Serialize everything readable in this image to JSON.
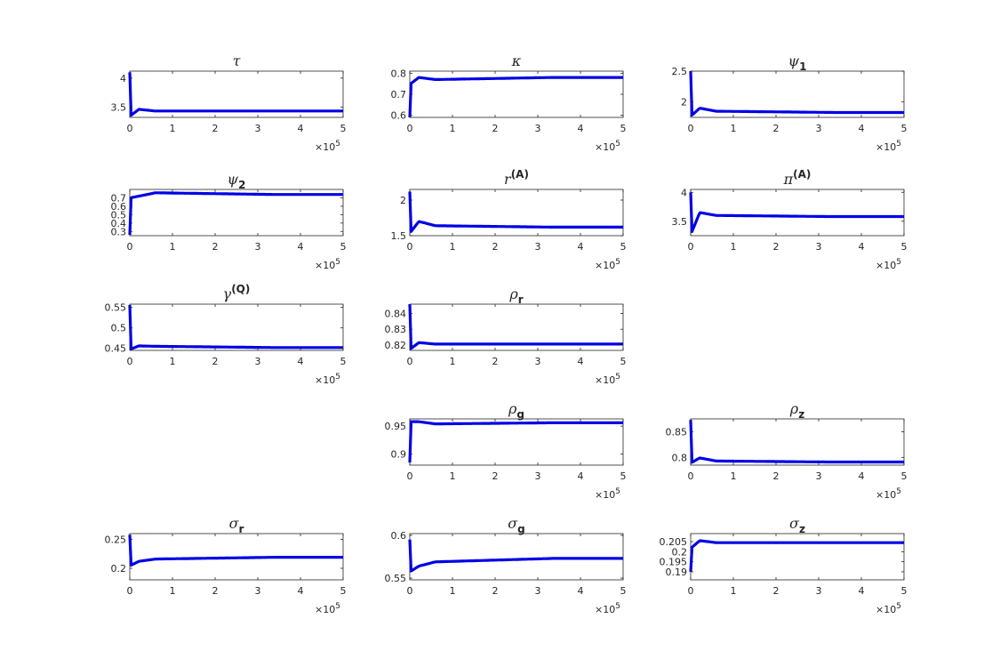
{
  "colors": {
    "line": "#0000e6",
    "axis": "#262626",
    "background": "#ffffff"
  },
  "chart_data": [
    {
      "type": "line",
      "title_sym": "τ",
      "title_sub": "",
      "title_sup": "",
      "ylim": [
        3.32,
        4.12
      ],
      "yticks": [
        3.5,
        4
      ],
      "ytick_labels": [
        "3.5",
        "4"
      ],
      "initial": [
        4.1,
        3.35
      ],
      "settle": [
        3.46,
        3.43
      ],
      "final": 3.43
    },
    {
      "type": "line",
      "title_sym": "κ",
      "title_sub": "",
      "title_sup": "",
      "ylim": [
        0.59,
        0.81
      ],
      "yticks": [
        0.6,
        0.7,
        0.8
      ],
      "ytick_labels": [
        "0.6",
        "0.7",
        "0.8"
      ],
      "initial": [
        0.59,
        0.75
      ],
      "settle": [
        0.78,
        0.77
      ],
      "final": 0.78
    },
    {
      "type": "line",
      "title_sym": "ψ",
      "title_sub": "1",
      "title_sup": "",
      "ylim": [
        1.75,
        2.5
      ],
      "yticks": [
        2,
        2.5
      ],
      "ytick_labels": [
        "2",
        "2.5"
      ],
      "initial": [
        2.5,
        1.78
      ],
      "settle": [
        1.9,
        1.85
      ],
      "final": 1.83
    },
    {
      "type": "line",
      "title_sym": "ψ",
      "title_sub": "2",
      "title_sup": "",
      "ylim": [
        0.25,
        0.8
      ],
      "yticks": [
        0.3,
        0.4,
        0.5,
        0.6,
        0.7
      ],
      "ytick_labels": [
        "0.3",
        "0.4",
        "0.5",
        "0.6",
        "0.7"
      ],
      "initial": [
        0.26,
        0.7
      ],
      "settle": [
        0.72,
        0.76
      ],
      "final": 0.74
    },
    {
      "type": "line",
      "title_sym": "r",
      "title_sub": "",
      "title_sup": "(A)",
      "ylim": [
        1.5,
        2.15
      ],
      "yticks": [
        1.5,
        2
      ],
      "ytick_labels": [
        "1.5",
        "2"
      ],
      "initial": [
        2.12,
        1.55
      ],
      "settle": [
        1.7,
        1.64
      ],
      "final": 1.62
    },
    {
      "type": "line",
      "title_sym": "π",
      "title_sub": "",
      "title_sup": "(A)",
      "ylim": [
        3.25,
        4.05
      ],
      "yticks": [
        3.5,
        4
      ],
      "ytick_labels": [
        "3.5",
        "4"
      ],
      "initial": [
        4.0,
        3.3
      ],
      "settle": [
        3.65,
        3.6
      ],
      "final": 3.58
    },
    {
      "type": "line",
      "title_sym": "γ",
      "title_sub": "",
      "title_sup": "(Q)",
      "ylim": [
        0.445,
        0.558
      ],
      "yticks": [
        0.45,
        0.5,
        0.55
      ],
      "ytick_labels": [
        "0.45",
        "0.5",
        "0.55"
      ],
      "initial": [
        0.556,
        0.448
      ],
      "settle": [
        0.456,
        0.455
      ],
      "final": 0.452
    },
    {
      "type": "line",
      "title_sym": "ρ",
      "title_sub": "r",
      "title_sup": "",
      "ylim": [
        0.8165,
        0.846
      ],
      "yticks": [
        0.82,
        0.83,
        0.84
      ],
      "ytick_labels": [
        "0.82",
        "0.83",
        "0.84"
      ],
      "initial": [
        0.846,
        0.8175
      ],
      "settle": [
        0.8215,
        0.8205
      ],
      "final": 0.8205
    },
    null,
    null,
    {
      "type": "line",
      "title_sym": "ρ",
      "title_sub": "g",
      "title_sup": "",
      "ylim": [
        0.88,
        0.963
      ],
      "yticks": [
        0.9,
        0.95
      ],
      "ytick_labels": [
        "0.9",
        "0.95"
      ],
      "initial": [
        0.885,
        0.958
      ],
      "settle": [
        0.958,
        0.954
      ],
      "final": 0.956
    },
    {
      "type": "line",
      "title_sym": "ρ",
      "title_sub": "z",
      "title_sup": "",
      "ylim": [
        0.785,
        0.875
      ],
      "yticks": [
        0.8,
        0.85
      ],
      "ytick_labels": [
        "0.8",
        "0.85"
      ],
      "initial": [
        0.873,
        0.79
      ],
      "settle": [
        0.799,
        0.793
      ],
      "final": 0.791
    },
    {
      "type": "line",
      "title_sym": "σ",
      "title_sub": "r",
      "title_sup": "",
      "ylim": [
        0.18,
        0.26
      ],
      "yticks": [
        0.2,
        0.25
      ],
      "ytick_labels": [
        "0.2",
        "0.25"
      ],
      "initial": [
        0.258,
        0.205
      ],
      "settle": [
        0.212,
        0.216
      ],
      "final": 0.219
    },
    {
      "type": "line",
      "title_sym": "σ",
      "title_sub": "g",
      "title_sup": "",
      "ylim": [
        0.548,
        0.602
      ],
      "yticks": [
        0.55,
        0.6
      ],
      "ytick_labels": [
        "0.55",
        "0.6"
      ],
      "initial": [
        0.595,
        0.558
      ],
      "settle": [
        0.564,
        0.569
      ],
      "final": 0.573
    },
    {
      "type": "line",
      "title_sym": "σ",
      "title_sub": "z",
      "title_sup": "",
      "ylim": [
        0.186,
        0.209
      ],
      "yticks": [
        0.19,
        0.195,
        0.2,
        0.205
      ],
      "ytick_labels": [
        "0.19",
        "0.195",
        "0.2",
        "0.205"
      ],
      "initial": [
        0.19,
        0.202
      ],
      "settle": [
        0.2055,
        0.2045
      ],
      "final": 0.2045
    }
  ],
  "x_axis": {
    "xlim": [
      0,
      5
    ],
    "xticks": [
      0,
      1,
      2,
      3,
      4,
      5
    ],
    "xtick_labels": [
      "0",
      "1",
      "2",
      "3",
      "4",
      "5"
    ],
    "scale_base": "×10",
    "scale_exponent": "5"
  }
}
